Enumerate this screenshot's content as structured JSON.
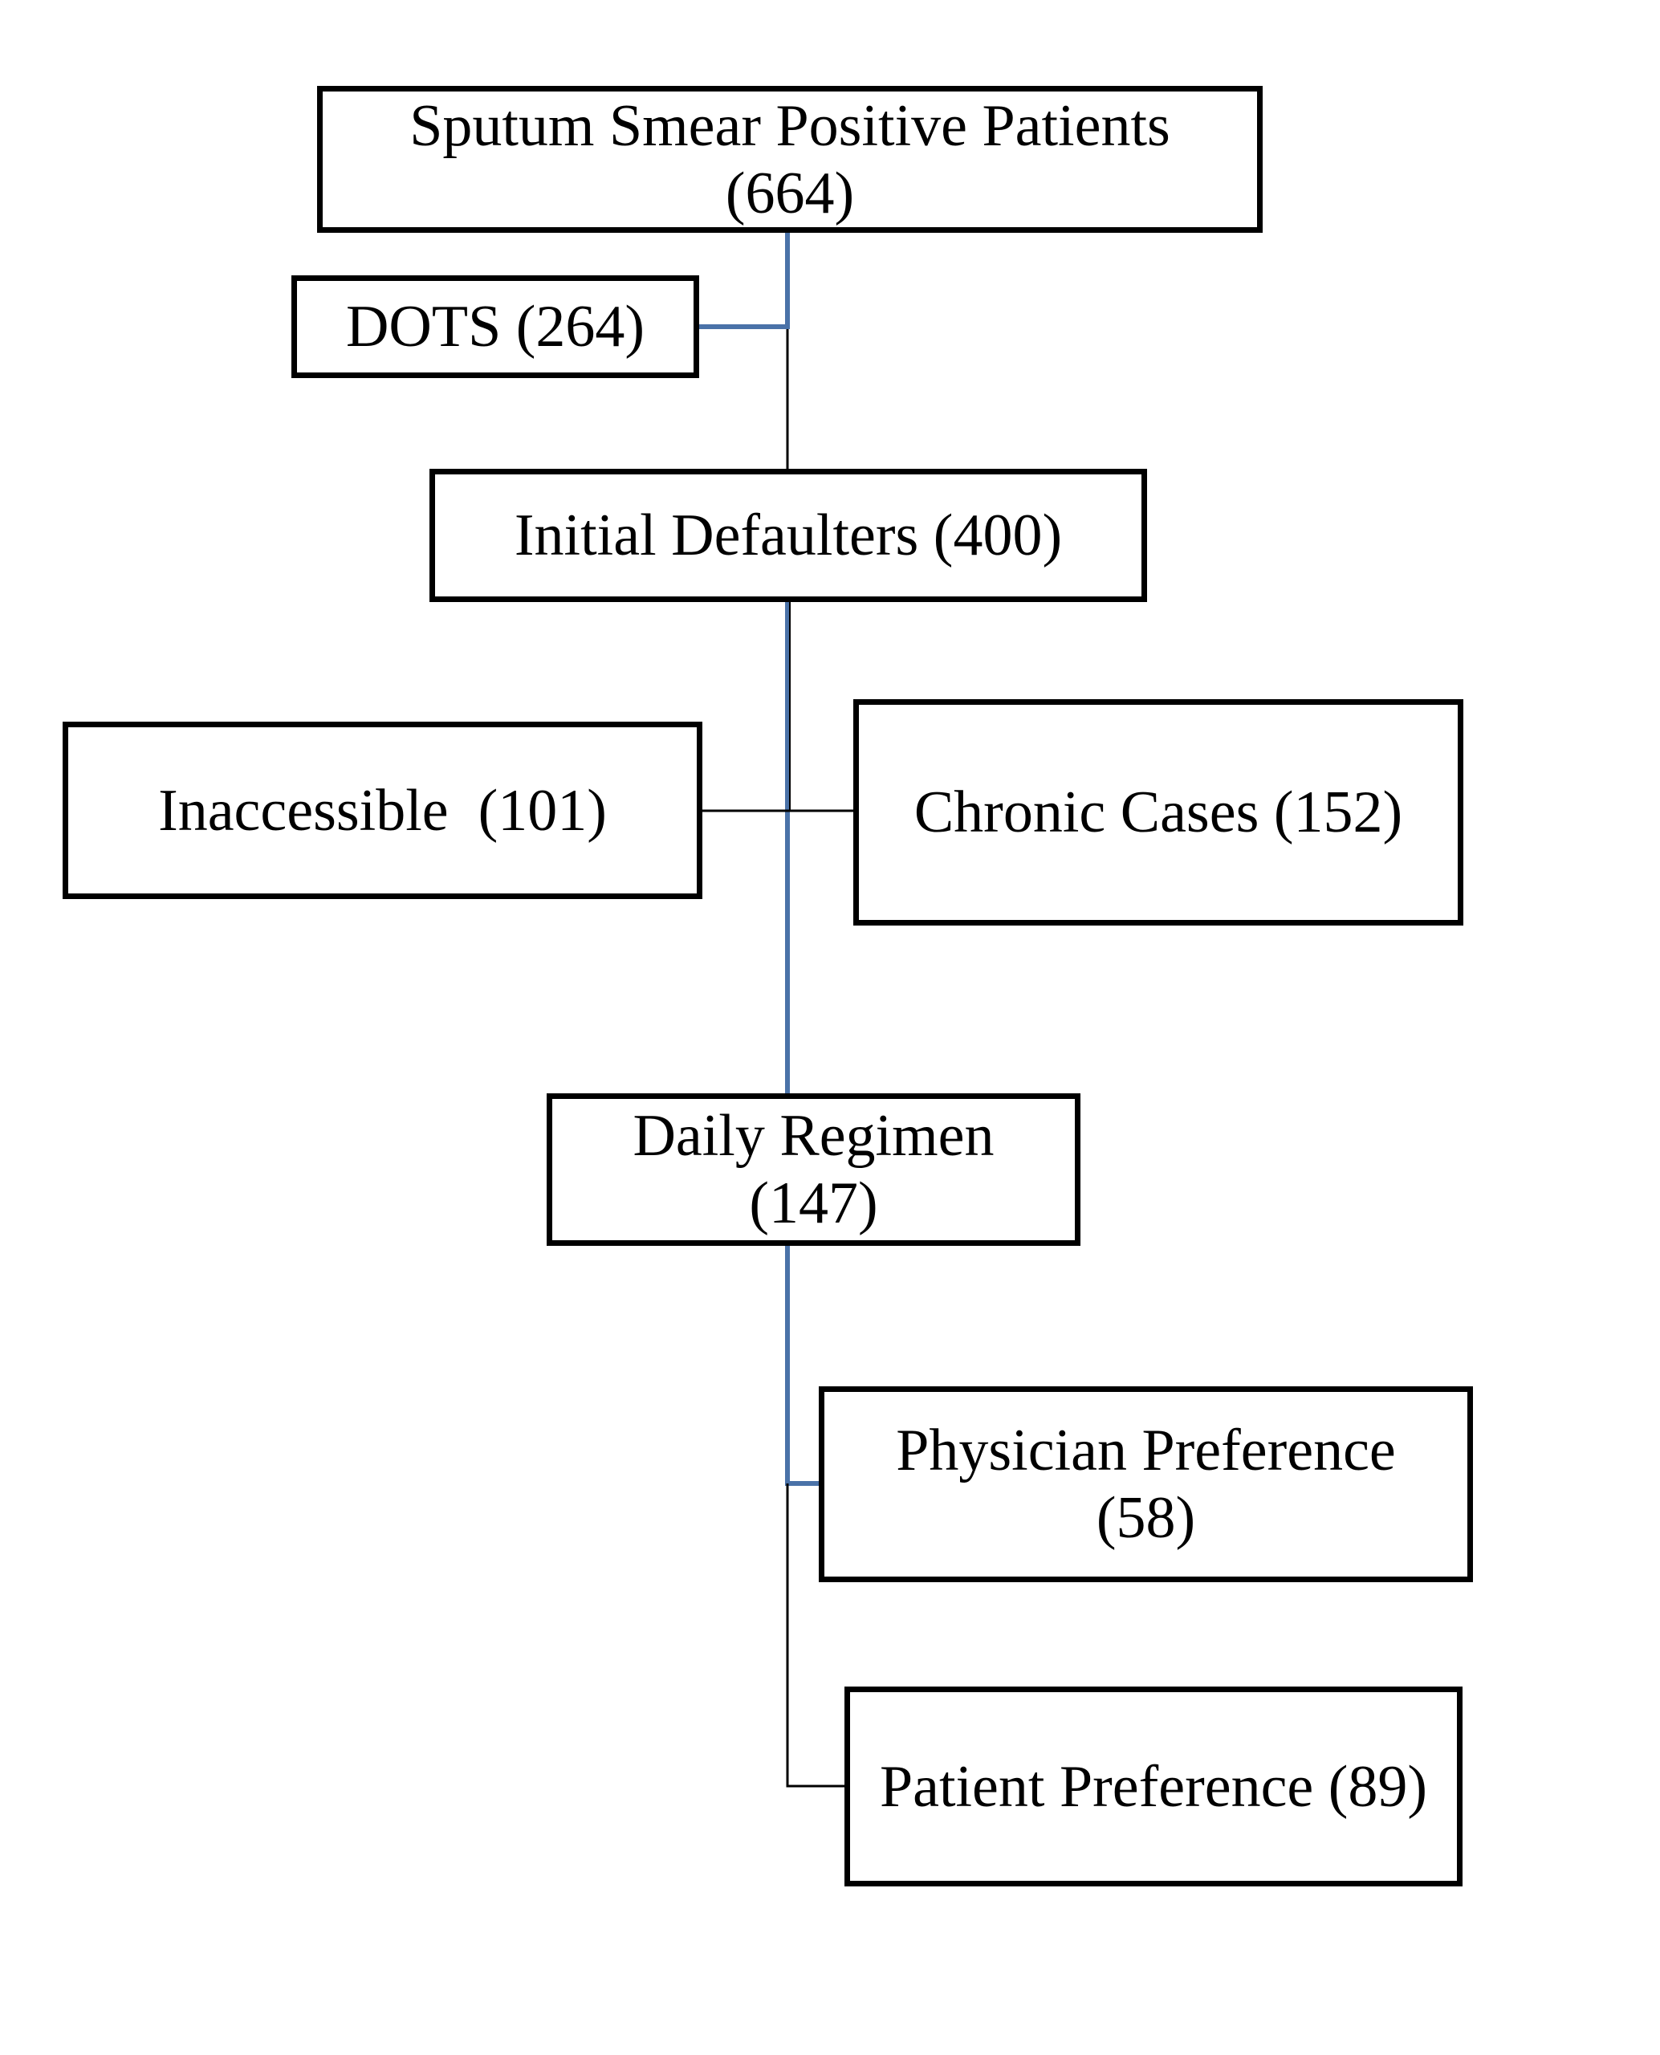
{
  "diagram": {
    "colors": {
      "box_border": "#000000",
      "connector_black": "#000000",
      "connector_blue": "#4a72a8"
    },
    "nodes": {
      "sputum": {
        "line1": "Sputum Smear Positive Patients",
        "line2": "(664)"
      },
      "dots": {
        "label": "DOTS (264)"
      },
      "initial_defaulters": {
        "label": "Initial Defaulters (400)"
      },
      "inaccessible": {
        "label": "Inaccessible  (101)"
      },
      "chronic_cases": {
        "label": "Chronic Cases (152)"
      },
      "daily_regimen": {
        "line1": "Daily Regimen",
        "line2": "(147)"
      },
      "physician_preference": {
        "line1": "Physician Preference",
        "line2": "(58)"
      },
      "patient_preference": {
        "label": "Patient Preference (89)"
      }
    },
    "edges": [
      {
        "from": "sputum",
        "to": "dots",
        "color": "blue"
      },
      {
        "from": "sputum",
        "to": "initial_defaulters",
        "color": "black"
      },
      {
        "from": "initial_defaulters",
        "to": "inaccessible",
        "color": "black"
      },
      {
        "from": "initial_defaulters",
        "to": "chronic_cases",
        "color": "black"
      },
      {
        "from": "initial_defaulters",
        "to": "daily_regimen",
        "color": "blue"
      },
      {
        "from": "daily_regimen",
        "to": "physician_preference",
        "color": "blue"
      },
      {
        "from": "daily_regimen",
        "to": "patient_preference",
        "color": "black"
      }
    ]
  }
}
